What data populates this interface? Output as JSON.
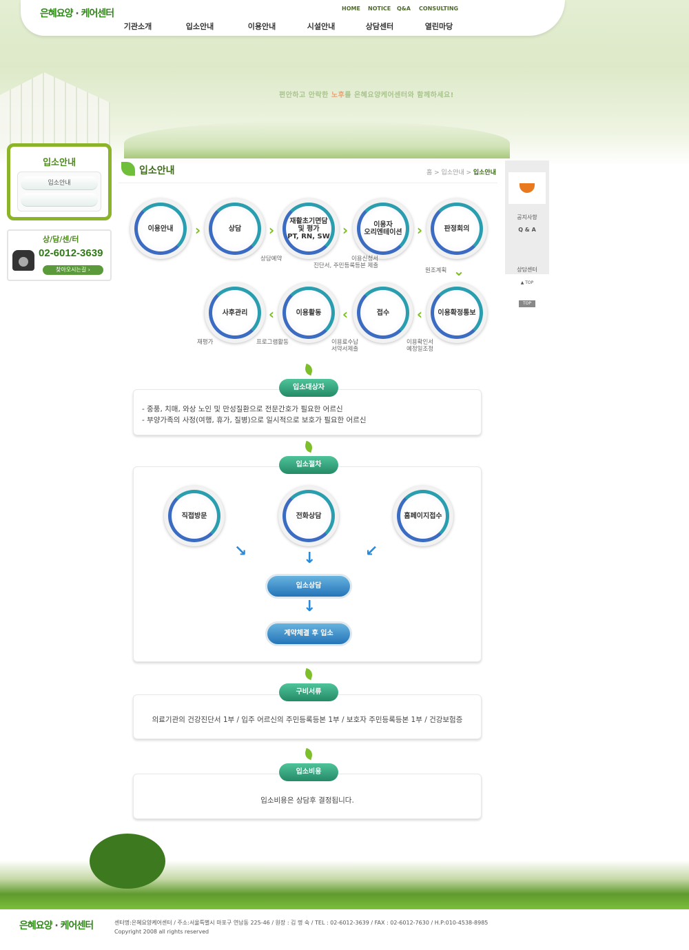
{
  "header": {
    "logo": "은혜요양",
    "logo_suffix": "케어센터",
    "util": [
      "HOME",
      "NOTICE",
      "Q&A",
      "CONSULTING"
    ],
    "gnb": [
      "기관소개",
      "입소안내",
      "이용안내",
      "시설안내",
      "상담센터",
      "열린마당"
    ],
    "slogan_a": "편안하고 안락한 ",
    "slogan_b": "노후",
    "slogan_c": "를 은혜요양케어센터와 함께하세요!"
  },
  "lnb": {
    "title": "입소안내",
    "items": [
      "입소안내",
      ""
    ]
  },
  "call": {
    "title": "상/담/센/터",
    "phone": "02-6012-3639",
    "button": "찾아오시는길 ›"
  },
  "quick": {
    "items": [
      "공지사항",
      "Q & A",
      "상담센터"
    ],
    "top_small": "▲ TOP",
    "top": "TOP"
  },
  "page": {
    "title": "입소안내",
    "breadcrumb": [
      "홈",
      "입소안내",
      "입소안내"
    ]
  },
  "flow": {
    "steps": [
      "이용안내",
      "상담",
      "재활초기면담\n및 평가\nPT, RN, SW",
      "이용자\n오리엔테이션",
      "판정회의",
      "이용확정통보",
      "접수",
      "이용활동",
      "사후관리"
    ],
    "notes": [
      "상담예약",
      "이용신청서\n진단서, 주민등록등본 제출",
      "원조계획",
      "이용확인서\n예정일조정",
      "이용료수납\n서약서제출",
      "프로그램활동",
      "재평가"
    ]
  },
  "sections": {
    "target": {
      "title": "입소대상자",
      "lines": [
        "- 중풍, 치매, 와상 노인 및 만성질환으로 전문간호가 필요한 어르신",
        "- 부양가족의 사정(여행, 휴가, 질병)으로 일시적으로 보호가 필요한 어르신"
      ]
    },
    "procedure": {
      "title": "입소절차",
      "methods": [
        "직접방문",
        "전화상담",
        "홈페이지접수"
      ],
      "steps": [
        "입소상담",
        "계약체결 후 입소"
      ]
    },
    "documents": {
      "title": "구비서류",
      "text": "의료기관의 건강진단서 1부 / 입주 어르신의 주민등록등본 1부 / 보호자 주민등록등본 1부 / 건강보험증"
    },
    "cost": {
      "title": "입소비용",
      "text": "입소비용은 상담후 결정됩니다."
    }
  },
  "footer": {
    "info": "센터명:은혜요양케어센터 / 주소:서울특별시 마포구 연남동 225-46  / 원장 : 김 명 숙 / TEL : 02-6012-3639 / FAX : 02-6012-7630 / H.P:010-4538-8985",
    "copyright": "Copyright 2008  all rights reserved"
  }
}
